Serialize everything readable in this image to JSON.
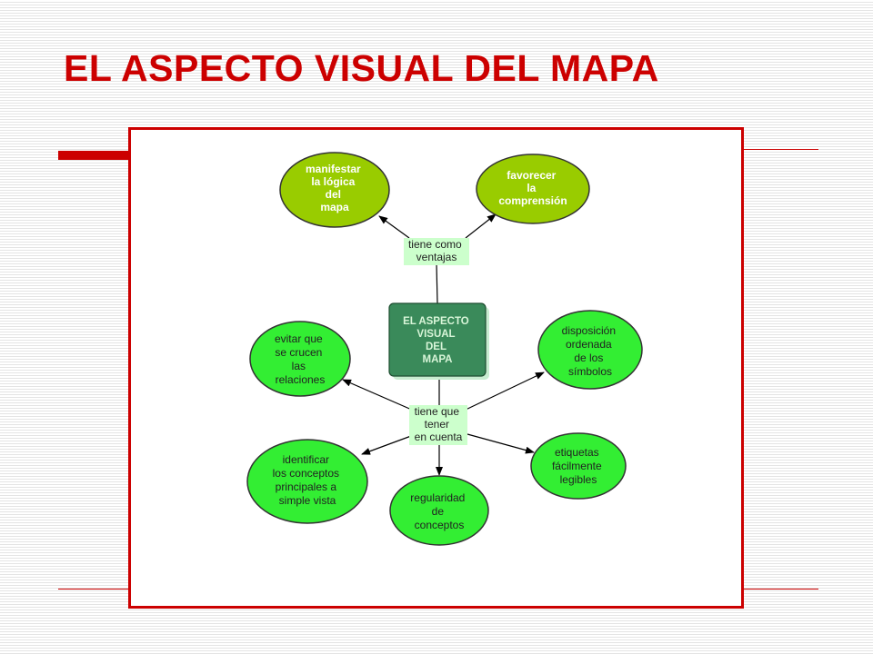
{
  "title": "EL ASPECTO VISUAL DEL MAPA",
  "colors": {
    "title": "#cc0000",
    "frame": "#cc0000",
    "olive_node": "#99cc00",
    "green_node": "#33ee33",
    "center_node": "#3a8a5a",
    "link_label_bg": "#ccffcc"
  },
  "diagram": {
    "center": [
      "EL ASPECTO",
      "VISUAL",
      "DEL",
      "MAPA"
    ],
    "link_labels": {
      "advantages": [
        "tiene como",
        "ventajas"
      ],
      "considerations": [
        "tiene que",
        "tener",
        "en cuenta"
      ]
    },
    "advantages": [
      [
        "manifestar",
        "la lógica",
        "del",
        "mapa"
      ],
      [
        "favorecer",
        "la",
        "comprensión"
      ]
    ],
    "considerations": [
      [
        "evitar que",
        "se crucen",
        "las",
        "relaciones"
      ],
      [
        "disposición",
        "ordenada",
        "de los",
        "símbolos"
      ],
      [
        "identificar",
        "los conceptos",
        "principales a",
        "simple vista"
      ],
      [
        "regularidad",
        "de",
        "conceptos"
      ],
      [
        "etiquetas",
        "fácilmente",
        "legibles"
      ]
    ]
  }
}
